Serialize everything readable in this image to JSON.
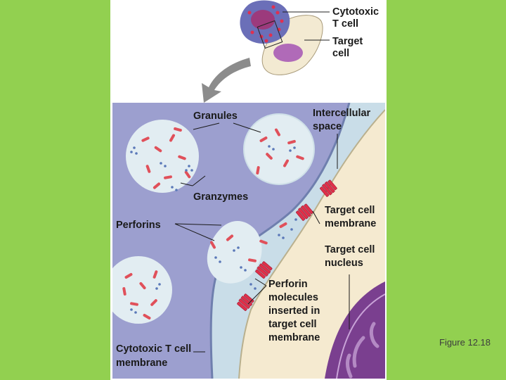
{
  "slide": {
    "background_color": "#92d050",
    "caption": "Figure 12.18"
  },
  "diagram": {
    "labels": {
      "cytotoxic_t_cell": [
        "Cytotoxic",
        "T cell"
      ],
      "target_cell": [
        "Target",
        "cell"
      ],
      "granules": [
        "Granules"
      ],
      "intercellular_space": [
        "Intercellular",
        "space"
      ],
      "granzymes": [
        "Granzymes"
      ],
      "perforins": [
        "Perforins"
      ],
      "target_cell_membrane": [
        "Target cell",
        "membrane"
      ],
      "target_cell_nucleus": [
        "Target cell",
        "nucleus"
      ],
      "perforin_molecules": [
        "Perforin",
        "molecules",
        "inserted in",
        "target cell",
        "membrane"
      ],
      "cytotoxic_t_cell_membrane": [
        "Cytotoxic T cell",
        "membrane"
      ]
    },
    "colors": {
      "t_cell_cytoplasm": "#9c9fcf",
      "intercellular_space": "#c9dde8",
      "target_cytoplasm": "#f5ead0",
      "target_nucleus": "#7a3f8f",
      "granule": "#e2edf2",
      "granzyme": "#e0505a",
      "perforin_pore": "#e0304a"
    }
  }
}
